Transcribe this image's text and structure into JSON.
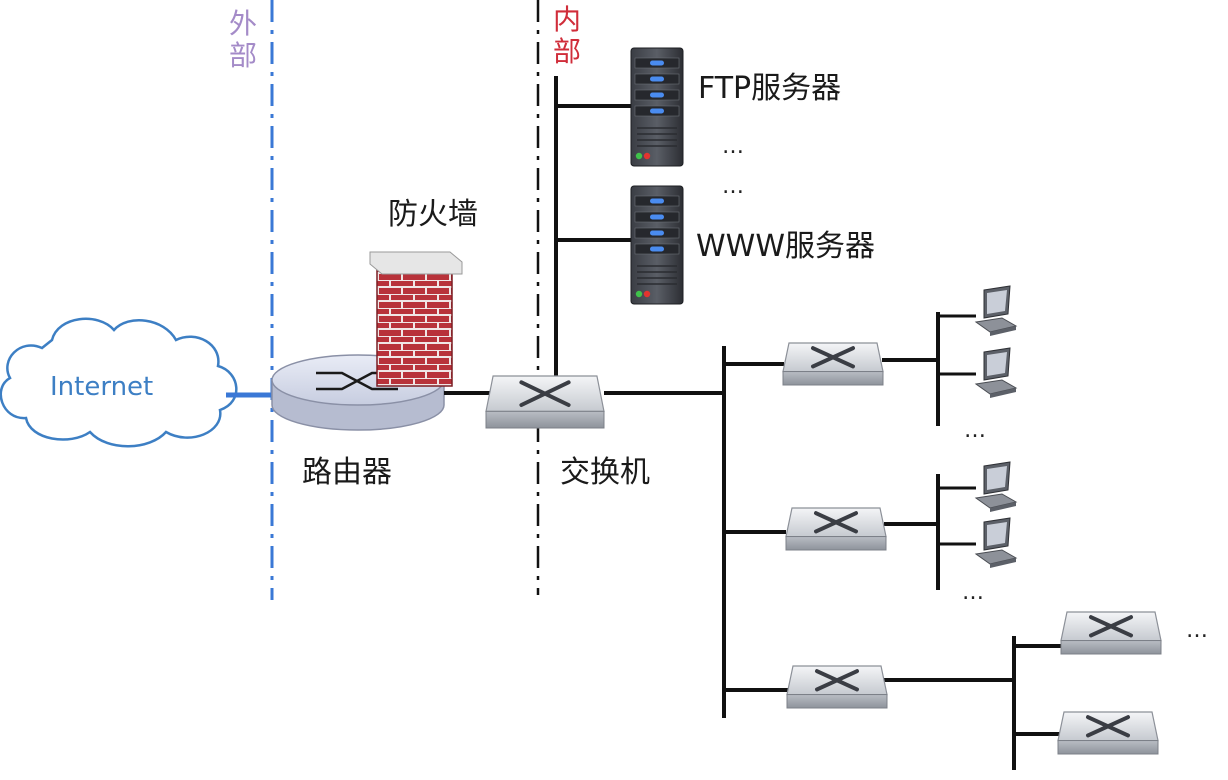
{
  "zones": {
    "outside": {
      "label_line1": "外",
      "label_line2": "部",
      "color": "#a48bc8"
    },
    "inside": {
      "label_line1": "内",
      "label_line2": "部",
      "color": "#d02d3a"
    }
  },
  "colors": {
    "outside_boundary": "#3a78d6",
    "inside_boundary": "#111111",
    "cloud_outline": "#3d7fc4",
    "firewall_brick": "#b8323a",
    "line": "#111111"
  },
  "nodes": {
    "internet": {
      "label": "Internet",
      "icon": "cloud-icon"
    },
    "router": {
      "label": "路由器",
      "icon": "router-icon"
    },
    "firewall": {
      "label": "防火墙",
      "icon": "firewall-icon"
    },
    "core_switch": {
      "label": "交换机",
      "icon": "switch-icon"
    },
    "ftp_server": {
      "label": "FTP服务器",
      "icon": "server-icon"
    },
    "www_server": {
      "label": "WWW服务器",
      "icon": "server-icon"
    }
  },
  "ellipses": {
    "servers_1": "…",
    "servers_2": "…",
    "hosts_1": "…",
    "hosts_2": "…",
    "switches": "…"
  }
}
